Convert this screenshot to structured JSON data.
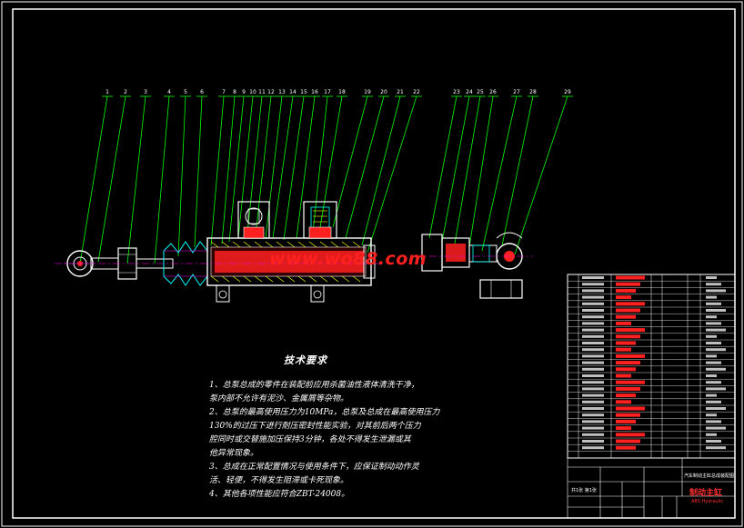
{
  "drawing": {
    "watermark": "www.wo88.com",
    "part_numbers": [
      "1",
      "2",
      "3",
      "4",
      "5",
      "6",
      "7",
      "8",
      "9",
      "10",
      "11",
      "12",
      "13",
      "14",
      "15",
      "16",
      "17",
      "18",
      "19",
      "20",
      "21",
      "22",
      "23",
      "24",
      "25",
      "26",
      "27",
      "28",
      "29"
    ],
    "tech_requirements": {
      "title": "技术要求",
      "lines": [
        "1、总泵总成的零件在装配前应用杀菌油性液体清洗干净，",
        "泵内部不允许有泥沙、金属屑等杂物。",
        "2、总泵的最高使用压力为10MPa，总泵及总成在最高使用压力",
        "130%的过压下进行耐压密封性能实验，对其前后两个压力",
        "腔同时或交替施加压保持3分钟，各处不得发生泄漏或其",
        "他异常现象。",
        "3、总成在正常配置情况与使用条件下，应保证制动动作灵",
        "活、轻便，不得发生阻滞或卡死现象。",
        "4、其他各项性能应符合ZBT-24008。"
      ]
    },
    "title_block": {
      "company_stamp": "制动主缸",
      "stamp_sub": "ABS Hydraulic",
      "drawing_title": "汽车制动主缸总成装配图",
      "sheet_label": "共1张 第1张"
    },
    "colors": {
      "leader": "#00ff00",
      "outline": "#ffffff",
      "part_fill": "#ff2020",
      "cutaway": "#ffff00",
      "text_red": "#ff2020",
      "cyan": "#00ffff",
      "magenta": "#ff00ff"
    }
  }
}
